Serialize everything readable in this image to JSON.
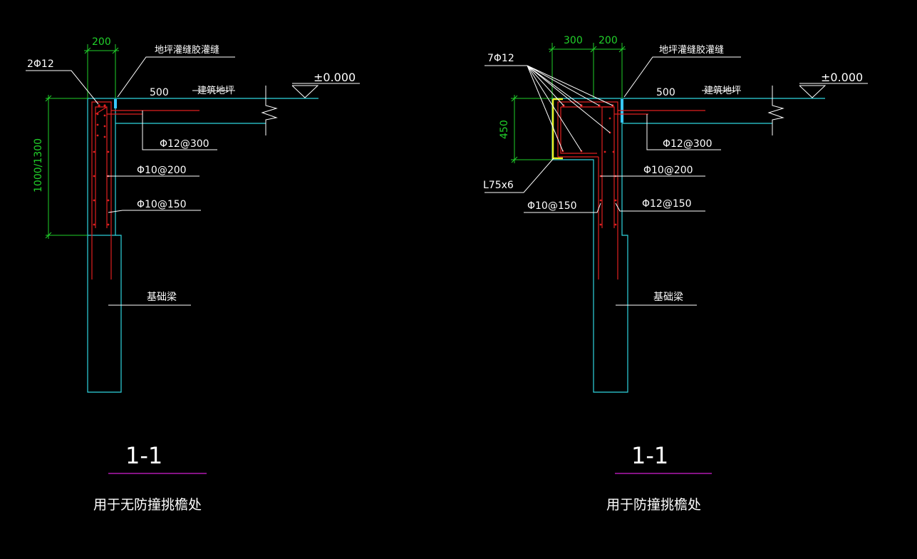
{
  "colors": {
    "background": "#000000",
    "concrete": "#2fd5e0",
    "rebar": "#e02020",
    "leader": "#ffffff",
    "dimension": "#21d12a",
    "title_underline": "#d21fd2",
    "steel_angle": "#e8f020",
    "joint": "#37c8ff"
  },
  "left": {
    "dim_width": "200",
    "dim_height": "1000/1300",
    "top_bars": "2Φ12",
    "joint_note": "地坪灌缝胶灌缝",
    "slab_dim": "500",
    "floor_note": "建筑地坪",
    "elevation": "±0.000",
    "bar_slab": "Φ12@300",
    "bar_stirrup": "Φ10@200",
    "bar_vertical": "Φ10@150",
    "beam_label": "基础梁",
    "section_title": "1-1",
    "caption": "用于无防撞挑檐处"
  },
  "right": {
    "dim_a": "300",
    "dim_b": "200",
    "dim_height": "450",
    "top_bars": "7Φ12",
    "joint_note": "地坪灌缝胶灌缝",
    "slab_dim": "500",
    "floor_note": "建筑地坪",
    "elevation": "±0.000",
    "bar_slab": "Φ12@300",
    "bar_stirrup": "Φ10@200",
    "angle_steel": "L75x6",
    "bar_left": "Φ10@150",
    "bar_right": "Φ12@150",
    "beam_label": "基础梁",
    "section_title": "1-1",
    "caption": "用于防撞挑檐处"
  }
}
